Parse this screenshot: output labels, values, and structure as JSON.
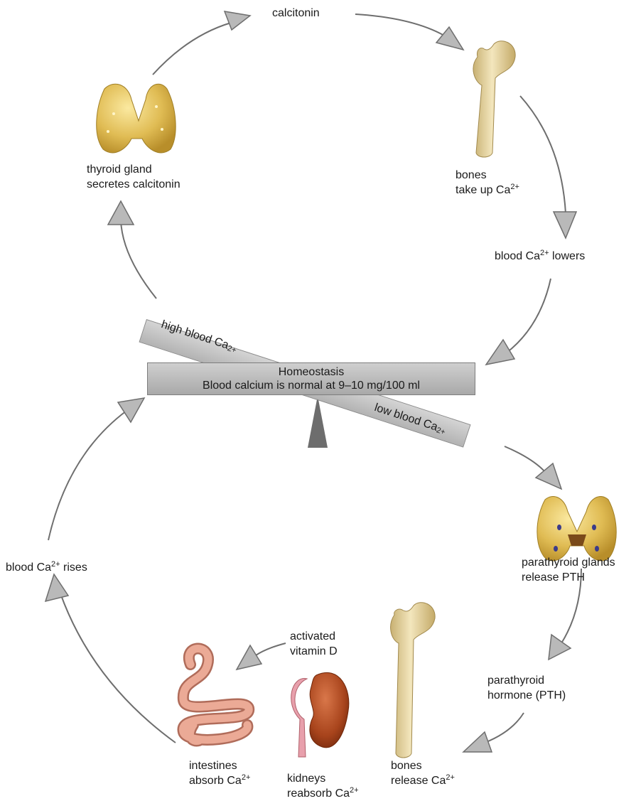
{
  "top": {
    "calcitonin": "calcitonin",
    "thyroid_line1": "thyroid gland",
    "thyroid_line2": "secretes calcitonin",
    "bones_up_line1": "bones",
    "bones_up_line2": "take up Ca",
    "bones_up_sup": "2+",
    "lowers_pre": "blood Ca",
    "lowers_sup": "2+",
    "lowers_post": " lowers"
  },
  "center": {
    "high_pre": "high blood Ca",
    "high_sub": "2+",
    "title": "Homeostasis",
    "subtitle": "Blood calcium is normal at 9–10 mg/100 ml",
    "low_pre": "low blood Ca",
    "low_sub": "2+"
  },
  "bottom": {
    "rises_pre": "blood Ca",
    "rises_sup": "2+",
    "rises_post": " rises",
    "parathyroid_line1": "parathyroid glands",
    "parathyroid_line2": "release PTH",
    "pth_line1": "parathyroid",
    "pth_line2": "hormone (PTH)",
    "vitd_line1": "activated",
    "vitd_line2": "vitamin D",
    "intestines_line1": "intestines",
    "intestines_line2": "absorb Ca",
    "intestines_sup": "2+",
    "kidneys_line1": "kidneys",
    "kidneys_line2": "reabsorb Ca",
    "kidneys_sup": "2+",
    "bones_rel_line1": "bones",
    "bones_rel_line2": "release Ca",
    "bones_rel_sup": "2+"
  },
  "colors": {
    "arrow": "#b9b9b9",
    "arrow_outline": "#6e6e6e",
    "gland": "#e2c25a",
    "bone": "#e6d39a",
    "intestine": "#e39a86",
    "kidney": "#a9471f",
    "pivot": "#6d6d6d"
  }
}
